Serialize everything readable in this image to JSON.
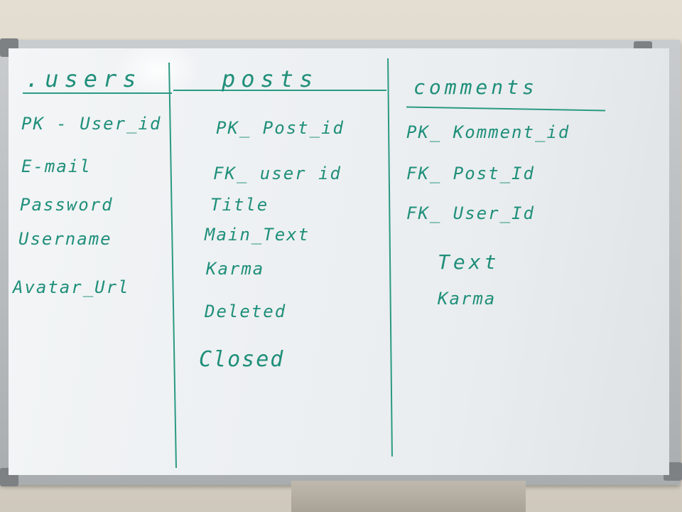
{
  "tables": [
    {
      "heading": ".users",
      "fields": [
        "PK - User_id",
        "E-mail",
        "Password",
        "Username",
        "Avatar_Url"
      ]
    },
    {
      "heading": "posts",
      "fields": [
        "PK_ Post_id",
        "FK_ user id",
        "Title",
        "Main_Text",
        "Karma",
        "Deleted",
        "Closed"
      ]
    },
    {
      "heading": "comments",
      "fields": [
        "PK_ Komment_id",
        "FK_ Post_Id",
        "FK_ User_Id",
        "Text",
        "Karma"
      ]
    }
  ],
  "colors": {
    "marker_ink": "#1f8f7a",
    "board_surface": "#eef1f3",
    "frame": "#a9adb0"
  }
}
